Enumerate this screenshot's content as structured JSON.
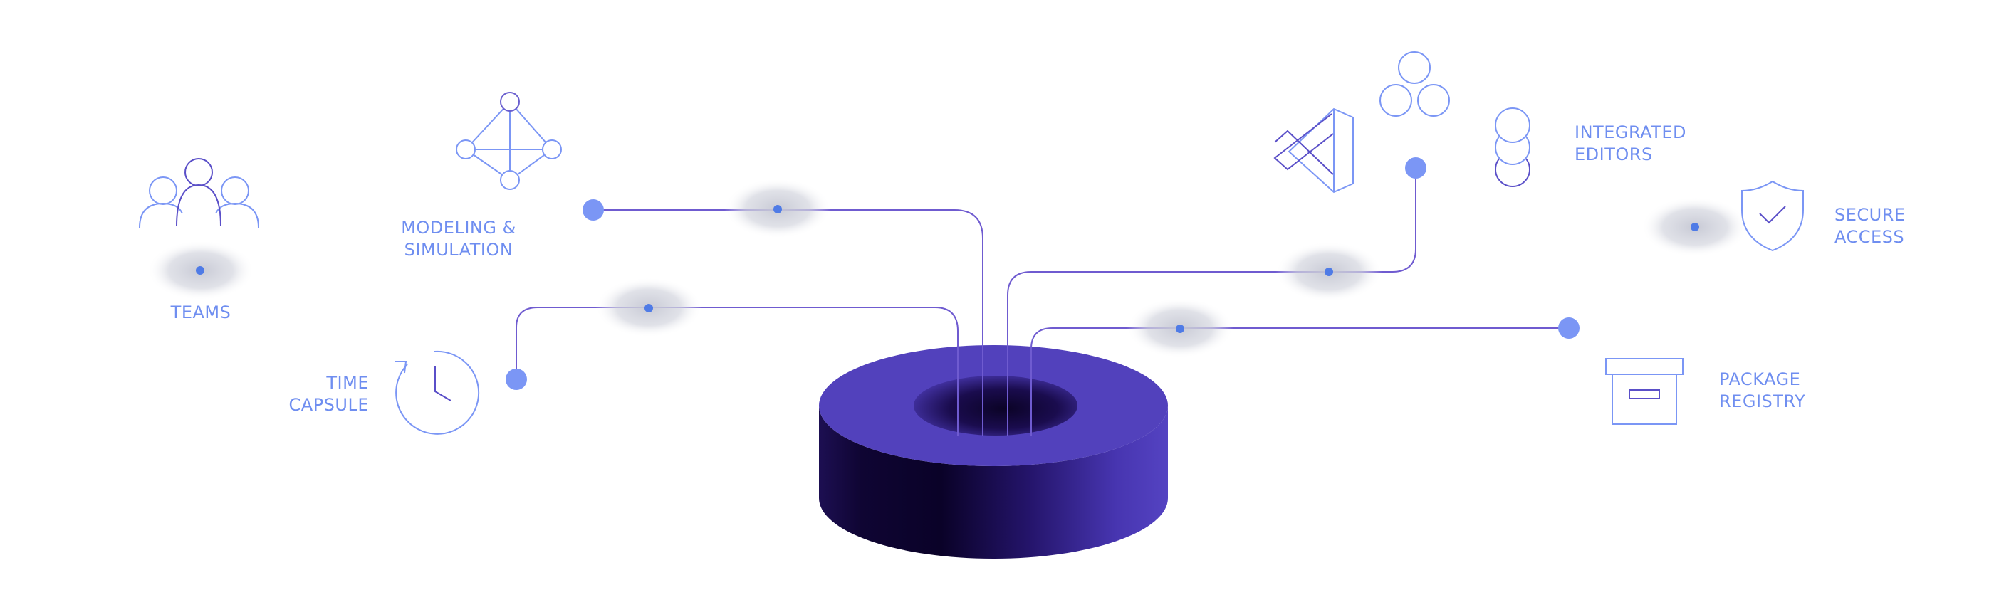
{
  "labels": {
    "teams": "TEAMS",
    "modeling": [
      "MODELING &",
      "SIMULATION"
    ],
    "time_capsule": [
      "TIME",
      "CAPSULE"
    ],
    "integrated_editors": [
      "INTEGRATED",
      "EDITORS"
    ],
    "secure_access": [
      "SECURE",
      "ACCESS"
    ],
    "package_registry": [
      "PACKAGE",
      "REGISTRY"
    ]
  },
  "icons": {
    "teams": "people-group-icon",
    "modeling": "node-graph-icon",
    "time_capsule": "clock-history-icon",
    "vscode": "vscode-logo-icon",
    "editors_cluster": "three-circles-icon",
    "editors_stack": "stacked-circles-icon",
    "secure_access": "shield-check-icon",
    "package_registry": "archive-box-icon"
  },
  "colors": {
    "accent": "#7b96f5",
    "line": "#6f5bd0",
    "dot": "#4f7be6",
    "label": "#6f8ef0",
    "hub_top": "#5140bb",
    "hub_dark": "#0a0228",
    "glow": "#c9cbd6"
  }
}
